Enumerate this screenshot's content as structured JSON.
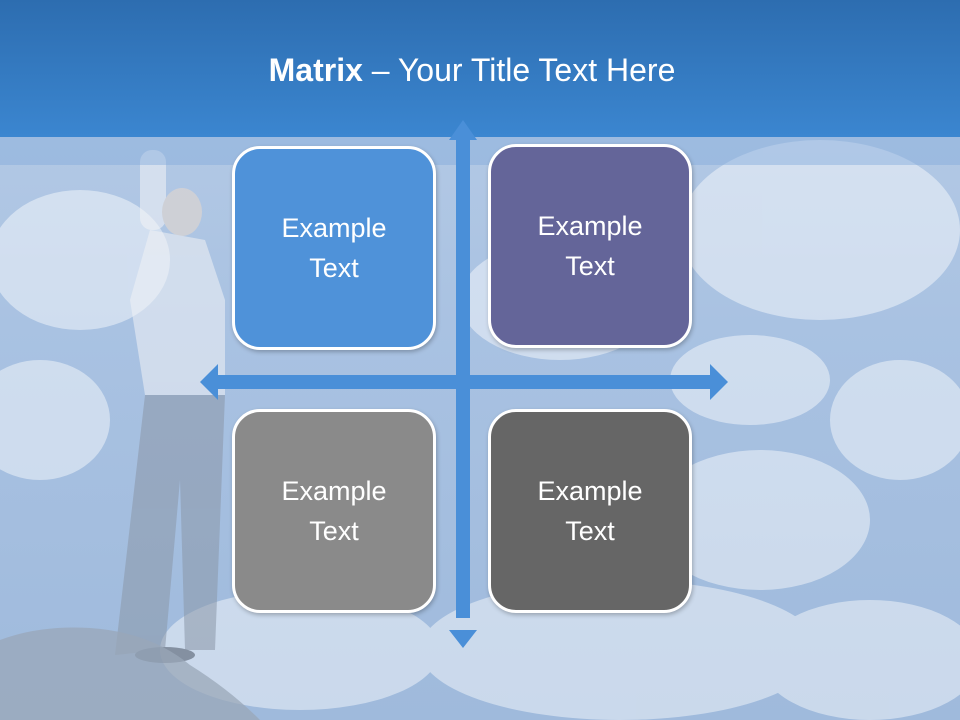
{
  "title": {
    "bold": "Matrix",
    "rest": " – Your Title Text Here"
  },
  "matrix": {
    "items": [
      {
        "label": "Example Text",
        "color": "#4f92d9"
      },
      {
        "label": "Example Text",
        "color": "#646599"
      },
      {
        "label": "Example Text",
        "color": "#8a8a8a"
      },
      {
        "label": "Example Text",
        "color": "#666666"
      }
    ],
    "arrow_color": "#4a8fd8"
  },
  "colors": {
    "title_bar": "#3b86d0",
    "sky": "#a9c2e2"
  }
}
